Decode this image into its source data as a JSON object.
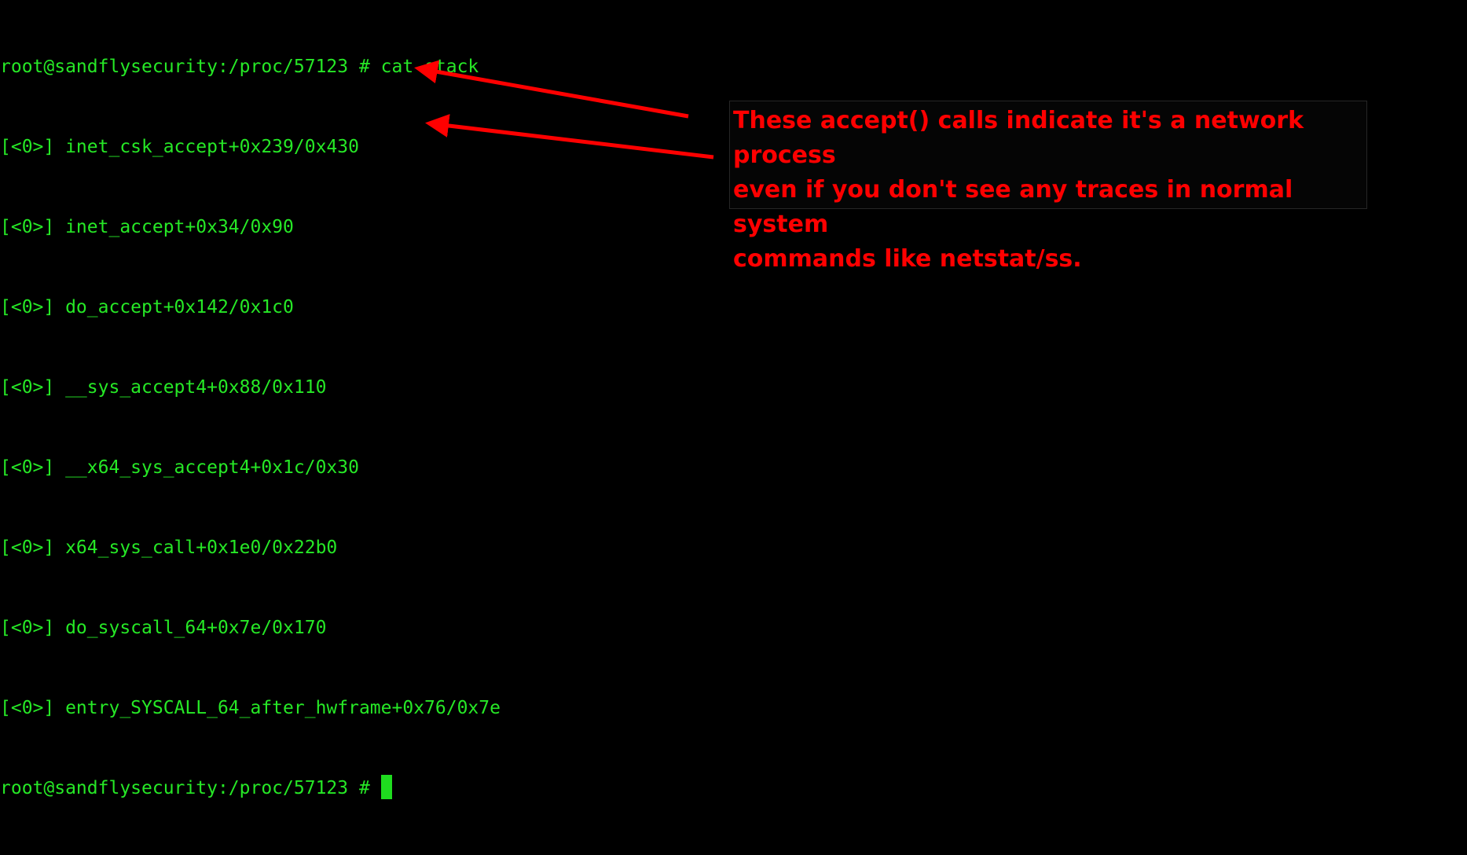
{
  "terminal": {
    "prompt": "root@sandflysecurity:/proc/57123 # ",
    "command": "cat stack",
    "output_lines": [
      "[<0>] inet_csk_accept+0x239/0x430",
      "[<0>] inet_accept+0x34/0x90",
      "[<0>] do_accept+0x142/0x1c0",
      "[<0>] __sys_accept4+0x88/0x110",
      "[<0>] __x64_sys_accept4+0x1c/0x30",
      "[<0>] x64_sys_call+0x1e0/0x22b0",
      "[<0>] do_syscall_64+0x7e/0x170",
      "[<0>] entry_SYSCALL_64_after_hwframe+0x76/0x7e"
    ],
    "final_prompt": "root@sandflysecurity:/proc/57123 # "
  },
  "annotation": {
    "text": "These accept() calls indicate it's a network process\neven if you don't see any traces in normal system\ncommands like netstat/ss."
  },
  "colors": {
    "background": "#000000",
    "terminal_text": "#26e826",
    "cursor": "#1fdc1f",
    "annotation_text": "#ff0000",
    "arrow": "#ff0000"
  }
}
